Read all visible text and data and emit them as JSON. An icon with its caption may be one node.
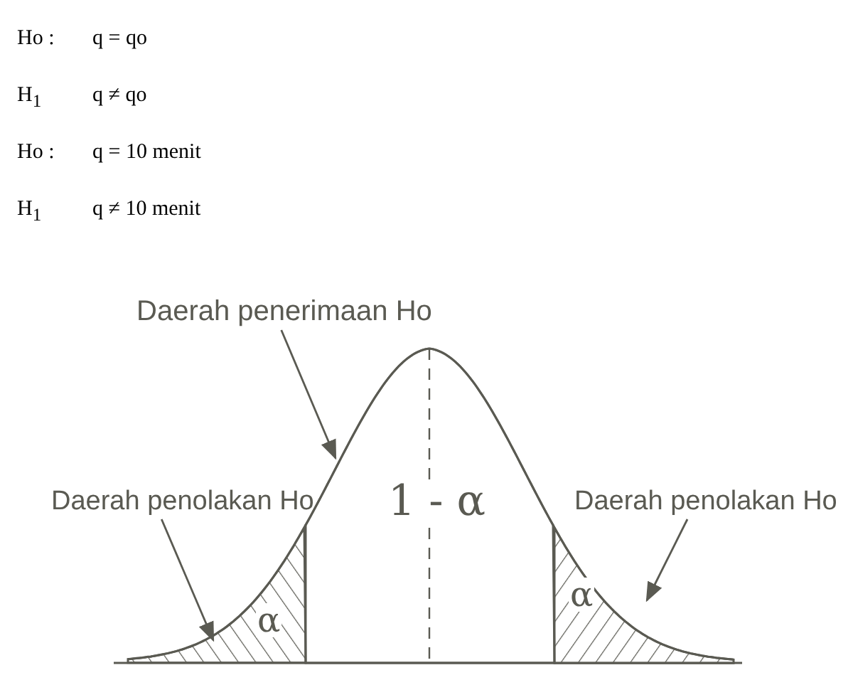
{
  "diagram": {
    "nodes": [
      {
        "text": [
          "Daerah penerimaan Ho"
        ]
      },
      {
        "text": [
          "1 - α"
        ]
      },
      {
        "text": [
          "Daerah penolakan Ho"
        ]
      },
      {
        "text": [
          "α"
        ]
      },
      {
        "text": [
          "Daerah penolakan Ho"
        ]
      },
      {
        "text": [
          "α"
        ]
      }
    ],
    "edges": [
      {
        "from": 0,
        "to": 1,
        "arrow": "to"
      },
      {
        "from": 2,
        "to": 3,
        "arrow": "to"
      },
      {
        "from": 4,
        "to": 5,
        "arrow": "to"
      }
    ],
    "labels": [
      "Ho :",
      "q = qo",
      "H$_{1}$",
      "q ≠ qo",
      "Ho :",
      "q = 10 menit",
      "H$_{1}$",
      "q ≠ 10 menit"
    ]
  }
}
